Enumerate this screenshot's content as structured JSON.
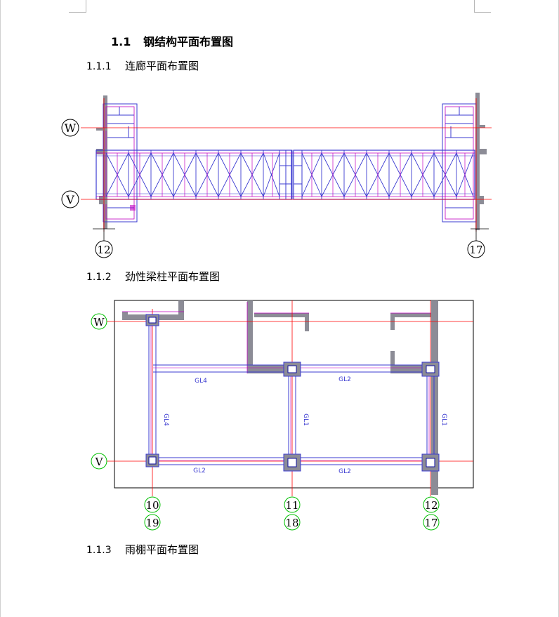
{
  "section": {
    "number": "1.1",
    "title": "钢结构平面布置图"
  },
  "subsections": [
    {
      "number": "1.1.1",
      "title": "连廊平面布置图"
    },
    {
      "number": "1.1.2",
      "title": "劲性梁柱平面布置图"
    },
    {
      "number": "1.1.3",
      "title": "雨棚平面布置图"
    }
  ],
  "drawing1": {
    "axis_rows": [
      "W",
      "V"
    ],
    "axis_cols": [
      "12",
      "17"
    ]
  },
  "drawing2": {
    "axis_rows": [
      "W",
      "V"
    ],
    "axis_cols_top": [
      "10",
      "11",
      "12"
    ],
    "axis_cols_bottom": [
      "19",
      "18",
      "17"
    ],
    "beams": {
      "top_left": "GL4",
      "top_right": "GL2",
      "left_vertical": "GL4",
      "mid_vertical": "GL1",
      "right_vertical": "GL1",
      "bottom_left": "GL2",
      "bottom_right": "GL2"
    }
  },
  "colors": {
    "wall": "#8c8c96",
    "grid_line": "#ff0000",
    "steel": "#3b3bd1",
    "magenta": "#c200c2",
    "axis_circle_green": "#00c000",
    "axis_circle_black": "#000000"
  }
}
